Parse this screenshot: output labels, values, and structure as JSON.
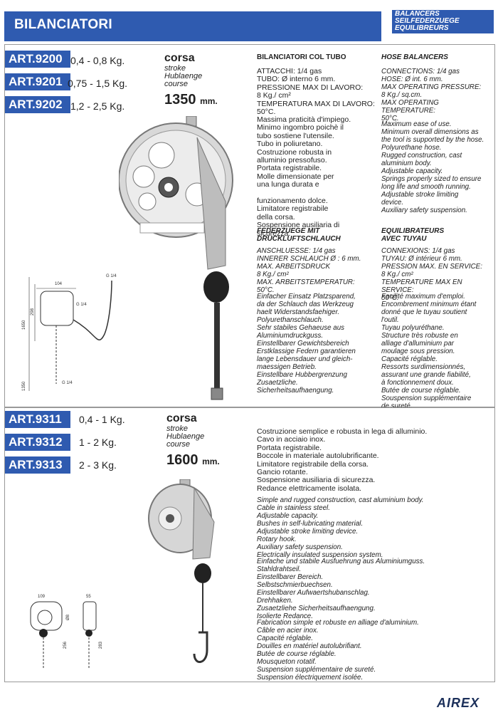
{
  "header": {
    "title": "BILANCIATORI",
    "subtitles": [
      "BALANCERS",
      "SEILFEDERZUEGE",
      "EQUILIBREURS"
    ]
  },
  "section1": {
    "articles": [
      {
        "code": "ART.9200",
        "range": "0,4  -  0,8  Kg."
      },
      {
        "code": "ART.9201",
        "range": "0,75 -  1,5  Kg."
      },
      {
        "code": "ART.9202",
        "range": "1,2  -  2,5  Kg."
      }
    ],
    "corsa": "corsa",
    "stroke_labels": [
      "stroke",
      "Hublaenge",
      "course"
    ],
    "length_value": "1350",
    "length_unit": "mm.",
    "dims": [
      "104",
      "G 1/4",
      "1650",
      "298",
      "G 1/4",
      "1350",
      "G 1/4"
    ],
    "it": {
      "title": "BILANCIATORI COL TUBO",
      "specs": "ATTACCHI: 1/4 gas\nTUBO: Ø  interno 6 mm.\nPRESSIONE MAX DI LAVORO:\n 8 Kg./ cm²\nTEMPERATURA MAX  DI LAVORO:\n 50°C.",
      "body": "Massima praticità d'impiego.\nMinimo ingombro poichè il\ntubo sostiene l'utensile.\nTubo in poliuretano.\nCostruzione robusta in\nalluminio pressofuso.\nPortata registrabile.\nMolle dimensionate per\nuna lunga durata e\n\nfunzionamento dolce.\nLimitatore registrabile\ndella corsa.\nSospensione ausiliaria di\nsicurezza."
    },
    "en": {
      "title": "HOSE BALANCERS",
      "specs": "CONNECTIONS: 1/4 gas\nHOSE: Ø  int. 6 mm.\nMAX OPERATING PRESSURE:\n 8 Kg./ sq.cm.\nMAX OPERATING TEMPERATURE:\n 50°C.",
      "body": "Maximum ease of use.\nMinimum overall dimensions as\nthe tool is supported by the hose.\nPolyurethane hose.\nRugged construction, cast\naluminium body.\nAdjustable capacity.\nSprings properly sized to ensure\nlong life and smooth running.\nAdjustable stroke limiting\ndevice.\nAuxiliary safety suspension."
    },
    "de": {
      "title": "FEDERZUEGE MIT\nDRUCKLUFTSCHLAUCH",
      "specs": "ANSCHLUESSE: 1/4 gas\nINNERER SCHLAUCH  Ø : 6 mm.\nMAX. ARBEITSDRUCK\n 8 Kg./ cm²\nMAX. ARBEITSTEMPERATUR:\n 50°C.",
      "body": "Einfacher Einsatz Platzsparend,\nda der Schlauch das Werkzeug\nhaelt Widerstandsfaehiger.\nPolyurethanschlauch.\nSehr stabiles Gehaeuse aus\nAluminiumdruckguss.\nEinstellbarer Gewichtsbereich\nErstklassige Federn garantieren\nlange Lebensdauer und gleich-\nmaessigen Betrieb.\nEinstellbare Hubbergrenzung\nZusaetzliche.\nSicherheitsaufhaengung."
    },
    "fr": {
      "title": "EQUILIBRATEURS\nAVEC TUYAU",
      "specs": "CONNEXIONS: 1/4 gas\nTUYAU: Ø  intérieur 6 mm.\nPRESSION MAX. EN SERVICE:\n 8 Kg./ cm²\nTEMPERATURE MAX EN SERVICE:\n 50°C.",
      "body": "Facilité maximum d'emploi.\nEncombrement minimum étant\ndonné que le tuyau soutient\nl'outil.\nTuyau polyuréthane.\nStructure très robuste en\nalliage d'alluminium par\nmoulage sous pression.\nCapacité réglable.\nRessorts surdimensionnés,\nassurant une grande fiabilité,\nà fonctionnement doux.\nButée de course réglable.\nSouspension supplémentaire\nde sureté."
    }
  },
  "section2": {
    "articles": [
      {
        "code": "ART.9311",
        "range": "0,4  -  1  Kg."
      },
      {
        "code": "ART.9312",
        "range": "1     -  2  Kg."
      },
      {
        "code": "ART.9313",
        "range": "2     -  3  Kg."
      }
    ],
    "corsa": "corsa",
    "stroke_labels": [
      "stroke",
      "Hublaenge",
      "course"
    ],
    "length_value": "1600",
    "length_unit": "mm.",
    "dims": [
      "109",
      "55",
      "Ø8",
      "256",
      "283"
    ],
    "it": "Costruzione semplice e robusta in lega di alluminio.\nCavo in acciaio inox.\nPortata registrabile.\nBoccole in materiale autolubrificante.\nLimitatore registrabile della corsa.\nGancio rotante.\nSospensione ausiliaria di sicurezza.\nRedance elettricamente isolata.",
    "en": "Simple and rugged construction, cast aluminium body.\nCable in stainless steel.\nAdjustable capacity.\nBushes in self-lubricating material.\nAdjustable stroke limiting device.\nRotary hook.\nAuxiliary safety suspension.\nElectrically insulated suspension system.",
    "de": "Einfache und stabile Ausfuehrung aus Aluminiumguss.\nStahldrahtseil.\nEinstellbarer Bereich.\nSelbstschmierbuechsen.\nEinstellbarer Aufwaertshubanschlag.\nDrehhaken.\nZusaetzliehe Sicherheitsaufhaengung.\nIsolierte Redance.",
    "fr": "Fabrication simple et robuste en alliage d'aluminium.\nCâble en acier inox.\nCapacité réglable.\nDouilles en matériel autolubrifiant.\nButée de course réglable.\nMousqueton rotatif.\nSuspension supplémentaire de sureté.\nSuspension électriquement isolée."
  },
  "footer": {
    "brand": "AIREX"
  },
  "colors": {
    "accent": "#2f5bb0"
  }
}
